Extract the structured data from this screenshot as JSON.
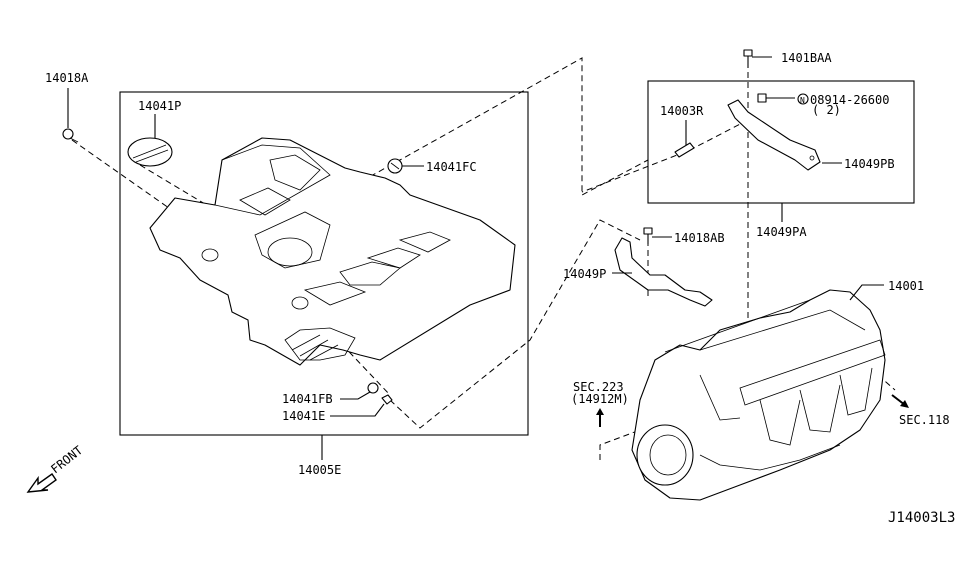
{
  "diagram": {
    "title_code": "J14003L3",
    "front_indicator": "FRONT",
    "groups": {
      "engine_cover_group": "14005E",
      "bracket_group": "14049PA"
    },
    "labels": {
      "p14018A": "14018A",
      "p14041P": "14041P",
      "p14041FC": "14041FC",
      "p14041FB": "14041FB",
      "p14041E": "14041E",
      "p14005E": "14005E",
      "p1401BAA": "1401BAA",
      "p08914": "08914-26600",
      "p08914_qty": "( 2)",
      "p08914_prefix": "N",
      "p14003R": "14003R",
      "p14049PB": "14049PB",
      "p14049PA": "14049PA",
      "p14018AB": "14018AB",
      "p14049P": "14049P",
      "p14001": "14001",
      "sec223_line1": "SEC.223",
      "sec223_line2": "(14912M)",
      "sec118": "SEC.118"
    }
  }
}
